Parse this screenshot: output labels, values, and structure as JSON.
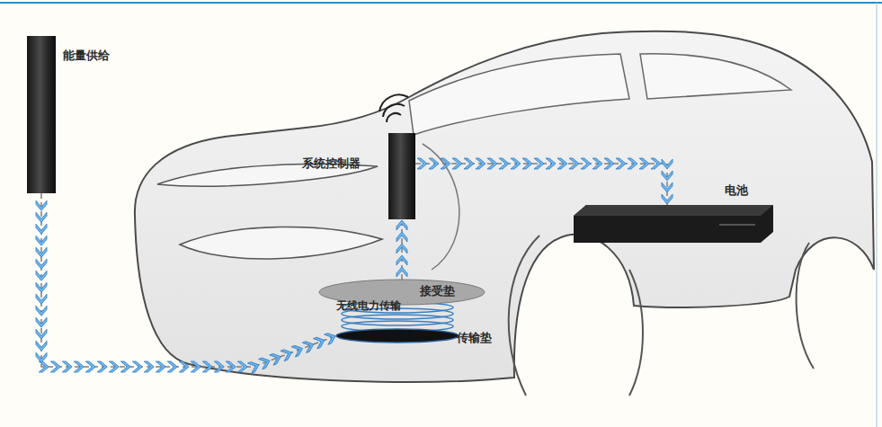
{
  "diagram": {
    "nodes": [
      {
        "text": [
          "能量供给"
        ]
      },
      {
        "text": [
          "系统控制器"
        ]
      },
      {
        "text": [
          "电池"
        ]
      },
      {
        "text": [
          "接受垫"
        ]
      },
      {
        "text": [
          "传输垫"
        ]
      }
    ],
    "edges": [
      {
        "from": 0,
        "to": 4,
        "arrow": "to"
      },
      {
        "from": 3,
        "to": 1,
        "arrow": "to"
      },
      {
        "from": 1,
        "to": 2,
        "arrow": "to"
      }
    ],
    "labels": [
      "无线电力传输"
    ]
  }
}
